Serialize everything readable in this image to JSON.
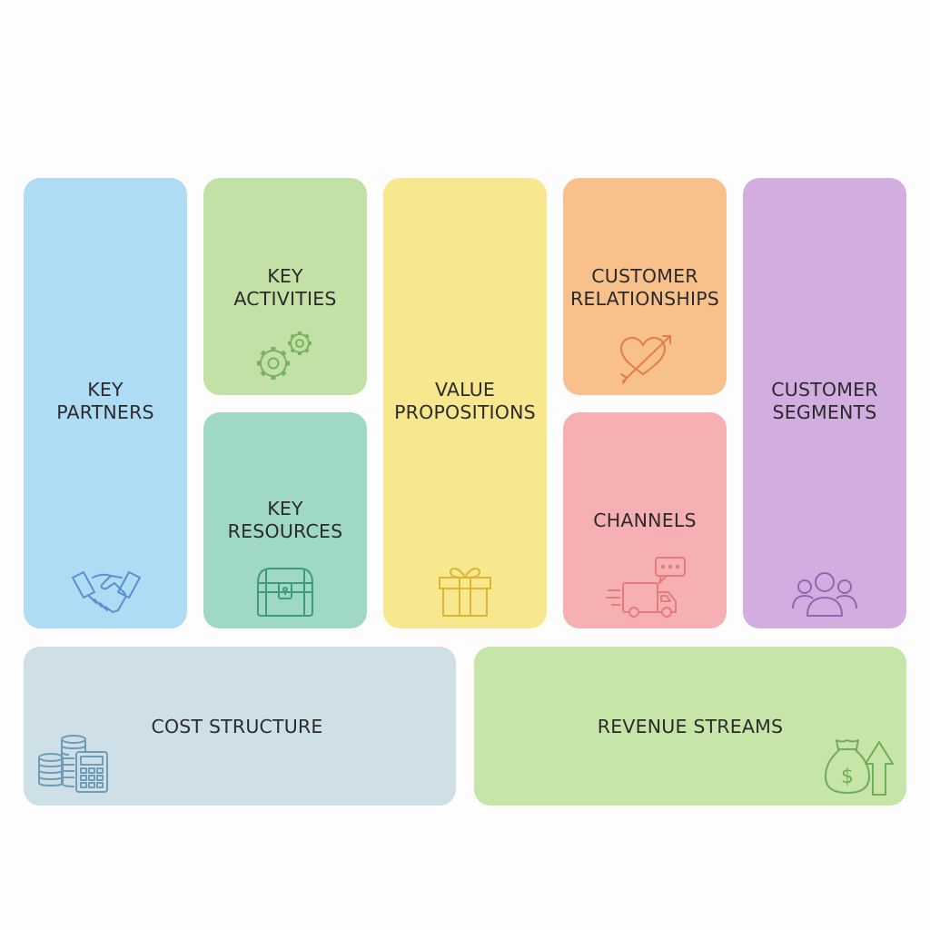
{
  "canvas": {
    "blocks": {
      "key_partners": {
        "line1": "KEY",
        "line2": "PARTNERS",
        "icon": "handshake-icon",
        "color": "#aedcf4",
        "icon_color": "#5b8fd1"
      },
      "key_activities": {
        "line1": "KEY",
        "line2": "ACTIVITIES",
        "icon": "gears-icon",
        "color": "#c3e0a7",
        "icon_color": "#77b35f"
      },
      "key_resources": {
        "line1": "KEY",
        "line2": "RESOURCES",
        "icon": "treasure-chest-icon",
        "color": "#9fd9c4",
        "icon_color": "#3f9b7c"
      },
      "value_propositions": {
        "line1": "VALUE",
        "line2": "PROPOSITIONS",
        "icon": "gift-icon",
        "color": "#f7e78f",
        "icon_color": "#dcb531"
      },
      "customer_relationships": {
        "line1": "CUSTOMER",
        "line2": "RELATIONSHIPS",
        "icon": "heart-arrow-icon",
        "color": "#f8c18c",
        "icon_color": "#e57b45"
      },
      "channels": {
        "line1": "CHANNELS",
        "icon": "delivery-truck-icon",
        "color": "#f6afb3",
        "icon_color": "#e57b7b"
      },
      "customer_segments": {
        "line1": "CUSTOMER",
        "line2": "SEGMENTS",
        "icon": "people-group-icon",
        "color": "#d1ade0",
        "icon_color": "#9663b4"
      },
      "cost_structure": {
        "line1": "COST STRUCTURE",
        "icon": "coins-calculator-icon",
        "color": "#cfdfe8",
        "icon_color": "#6f9cb6"
      },
      "revenue_streams": {
        "line1": "REVENUE STREAMS",
        "icon": "money-bag-arrow-icon",
        "color": "#c8e5a9",
        "icon_color": "#6fae58"
      }
    }
  }
}
